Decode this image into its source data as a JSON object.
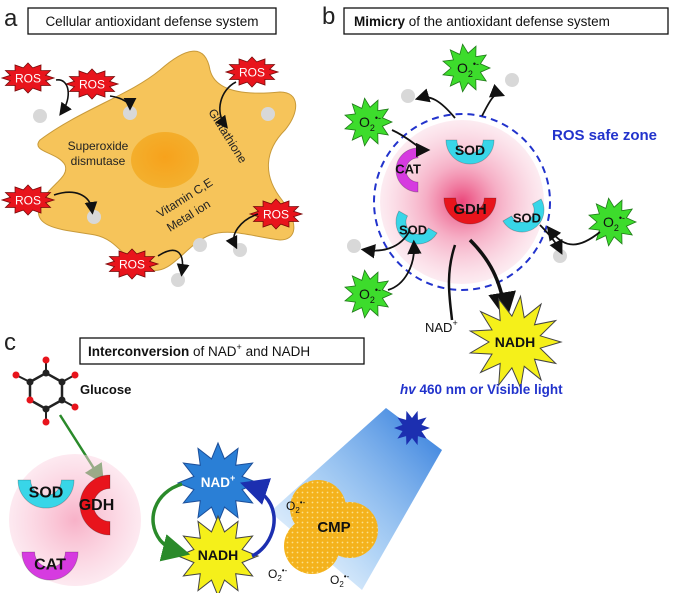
{
  "panel_a": {
    "letter": "a",
    "title": "Cellular antioxidant defense system",
    "ros": "ROS",
    "label_sod": [
      "Superoxide",
      "dismutase"
    ],
    "label_glutathione": "Glutathione",
    "label_vitamin": [
      "Vitamin C,E",
      "Metal ion"
    ]
  },
  "panel_b": {
    "letter": "b",
    "title_bold": "Mimicry",
    "title_rest": " of the antioxidant defense system",
    "safe_zone": "ROS safe zone",
    "o2": "O",
    "o2_sub": "2",
    "o2_sup": "•-",
    "sod": "SOD",
    "cat": "CAT",
    "gdh": "GDH",
    "nad_plus": "NAD",
    "nad_sup": "+",
    "nadh": "NADH"
  },
  "panel_c": {
    "letter": "c",
    "title_bold": "Interconversion",
    "title_mid": " of NAD",
    "title_sup": "+",
    "title_end": " and NADH",
    "glucose": "Glucose",
    "light_hv": "hv",
    "light_rest": " 460 nm or Visible light",
    "sod": "SOD",
    "gdh": "GDH",
    "cat": "CAT",
    "nad_plus": "NAD",
    "nad_sup": "+",
    "nadh": "NADH",
    "cmp": "CMP",
    "o2": "O",
    "o2_sub": "2",
    "o2_sup": "•-"
  },
  "colors": {
    "ros_red": "#e8141c",
    "o2_green": "#3ddc2c",
    "cell_yellow": "#f6c45a",
    "sod_cyan": "#38d6e8",
    "cat_magenta": "#d63be0",
    "gdh_red": "#e8141c",
    "nad_blue": "#2a7fd6",
    "nadh_yellow": "#f5f01a",
    "cmp_orange": "#f4b21c",
    "safe_zone_blue": "#2233cc"
  }
}
